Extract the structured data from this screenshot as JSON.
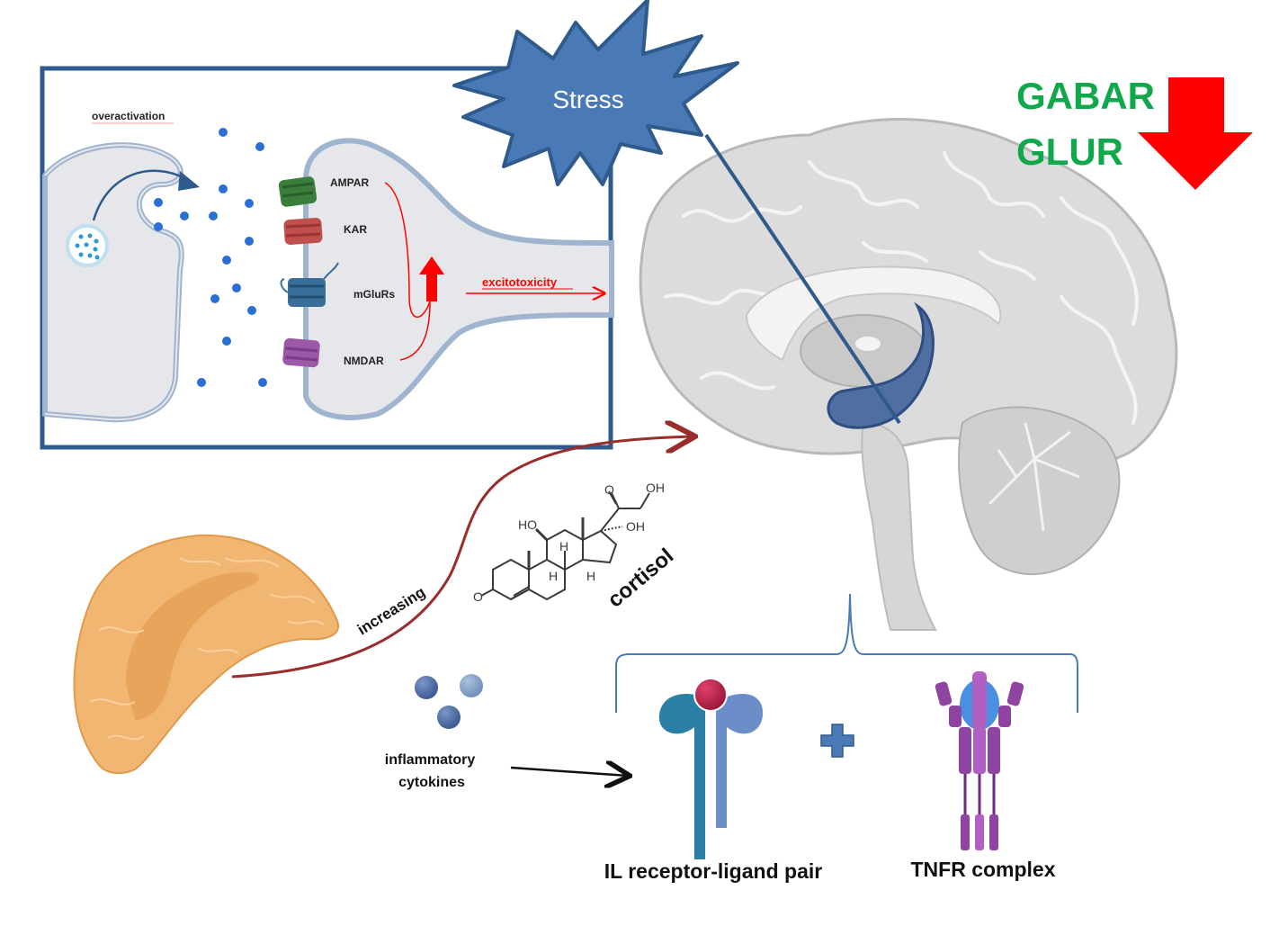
{
  "synapse_panel": {
    "overactivation_label": "overactivation",
    "receptors": [
      {
        "name": "AMPAR",
        "color": "#3b7d3b"
      },
      {
        "name": "KAR",
        "color": "#c0504d"
      },
      {
        "name": "mGluRs",
        "color": "#3a6e9a"
      },
      {
        "name": "NMDAR",
        "color": "#9b59a8"
      }
    ],
    "excitotoxicity_label": "excitotoxicity",
    "accent_red": "#ff0000",
    "frame_color": "#2f5a8c"
  },
  "stress": {
    "label": "Stress",
    "color": "#4a7ab5"
  },
  "neurotransmitters": {
    "items": [
      "GABAR",
      "GLUR"
    ],
    "trend": "decrease",
    "text_color": "#10a84a",
    "arrow_color": "#ff0000"
  },
  "adrenal": {
    "increasing_label": "increasing",
    "arrow_color": "#9b2c2c"
  },
  "cortisol": {
    "label": "cortisol",
    "atoms": {
      "oh1": "OH",
      "oh2": "OH",
      "ho": "HO",
      "o1": "O",
      "o2": "O",
      "h1": "H",
      "h2": "H",
      "h3": "H"
    }
  },
  "cytokines": {
    "label_line1": "inflammatory",
    "label_line2": "cytokines"
  },
  "receptors_bottom": {
    "il_label": "IL receptor-ligand pair",
    "tnfr_label": "TNFR complex",
    "plus": "+"
  }
}
